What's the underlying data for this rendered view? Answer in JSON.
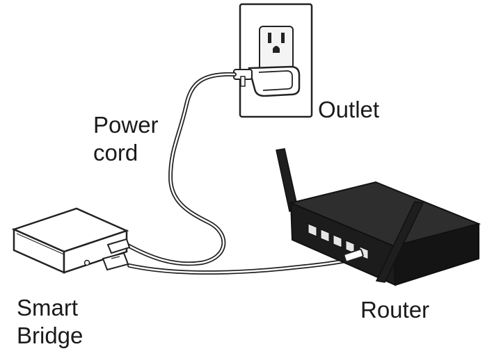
{
  "labels": {
    "outlet": "Outlet",
    "power_cord_line1": "Power",
    "power_cord_line2": "cord",
    "smart_bridge_line1": "Smart",
    "smart_bridge_line2": "Bridge",
    "router": "Router"
  },
  "colors": {
    "outline": "#222222",
    "router_body": "#1c1c1c",
    "router_top": "#2e2e2e",
    "plate": "#ffffff",
    "cable": "#ffffff"
  },
  "icons": [
    "wall-outlet-icon",
    "power-plug-icon",
    "router-icon",
    "smart-bridge-icon",
    "cable-icon",
    "antenna-icon"
  ]
}
